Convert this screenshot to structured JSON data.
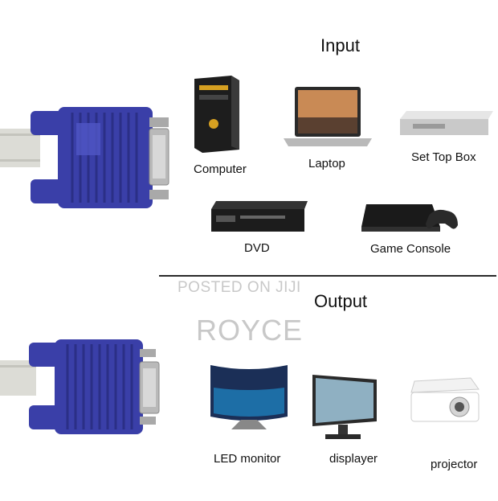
{
  "sections": {
    "input": {
      "title": "Input",
      "devices": [
        {
          "label": "Computer",
          "icon": "desktop-tower-icon"
        },
        {
          "label": "Laptop",
          "icon": "laptop-icon"
        },
        {
          "label": "Set Top Box",
          "icon": "set-top-box-icon"
        },
        {
          "label": "DVD",
          "icon": "dvd-player-icon"
        },
        {
          "label": "Game Console",
          "icon": "game-console-icon"
        }
      ]
    },
    "output": {
      "title": "Output",
      "devices": [
        {
          "label": "LED monitor",
          "icon": "curved-led-monitor-icon"
        },
        {
          "label": "displayer",
          "icon": "display-monitor-icon"
        },
        {
          "label": "projector",
          "icon": "projector-icon"
        }
      ]
    }
  },
  "watermark": {
    "line1": "POSTED ON JIJI",
    "line2": "ROYCE"
  },
  "colors": {
    "connector_blue": "#3a3fa8",
    "cable_gray": "#dcdcd6",
    "pin_metal": "#b9b9b9"
  }
}
